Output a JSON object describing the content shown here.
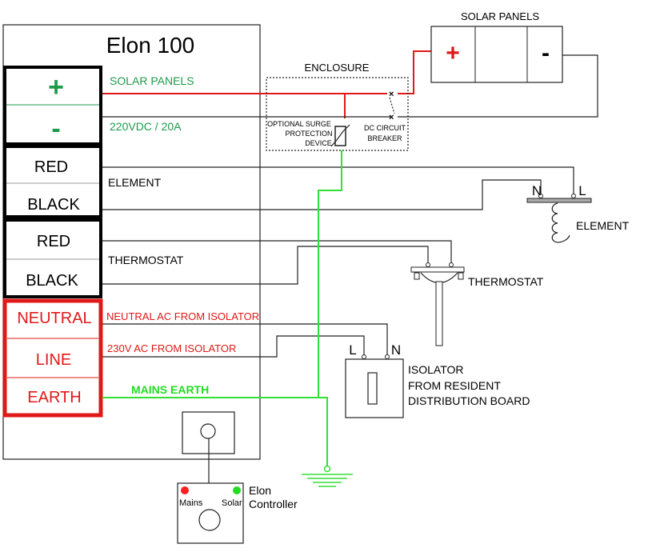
{
  "controller": {
    "title": "Elon 100",
    "terminals": {
      "plus": "+",
      "minus": "-",
      "element_red": "RED",
      "element_black": "BLACK",
      "thermo_red": "RED",
      "thermo_black": "BLACK",
      "neutral": "NEUTRAL",
      "line": "LINE",
      "earth": "EARTH"
    }
  },
  "wires": {
    "solar_panels": "SOLAR PANELS",
    "dc_rating": "220VDC / 20A",
    "element": "ELEMENT",
    "thermostat": "THERMOSTAT",
    "neutral_ac": "NEUTRAL AC FROM ISOLATOR",
    "line_ac": "230V AC FROM ISOLATOR",
    "mains_earth": "MAINS EARTH"
  },
  "solar_panels": {
    "title": "SOLAR PANELS",
    "plus": "+",
    "minus": "-"
  },
  "enclosure": {
    "title": "ENCLOSURE",
    "surge_line1": "OPTIONAL SURGE",
    "surge_line2": "PROTECTION",
    "surge_line3": "DEVICE",
    "breaker_line1": "DC CIRCUIT",
    "breaker_line2": "BREAKER"
  },
  "element_device": {
    "n": "N",
    "l": "L",
    "label": "ELEMENT"
  },
  "thermostat_device": {
    "label": "THERMOSTAT"
  },
  "isolator": {
    "l": "L",
    "n": "N",
    "line1": "ISOLATOR",
    "line2": "FROM RESIDENT",
    "line3": "DISTRIBUTION BOARD"
  },
  "remote": {
    "mains": "Mains",
    "solar": "Solar",
    "title1": "Elon",
    "title2": "Controller"
  },
  "colors": {
    "red": "#e01818",
    "green": "#1e9a4a",
    "earth_green": "#33e033",
    "led_red": "#ff2020",
    "led_green": "#22dd22"
  }
}
